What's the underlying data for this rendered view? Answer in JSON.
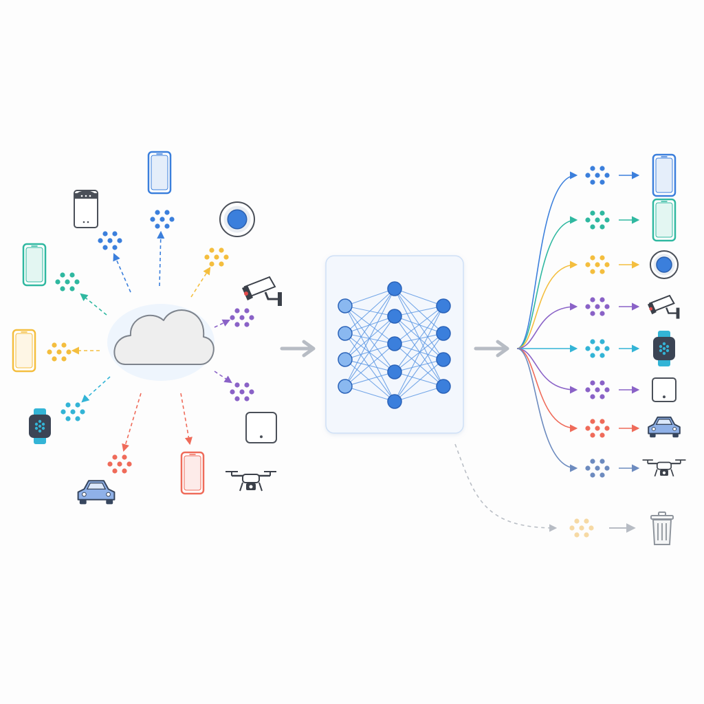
{
  "colors": {
    "background": "#fdfdfd",
    "blue": "#3b7fdc",
    "teal": "#2fb8a0",
    "yellow": "#f4be3e",
    "purple": "#8a62c7",
    "cyan": "#33b4d6",
    "red": "#ef6b5a",
    "slate": "#6d8bbf",
    "faded": "#f6d9a4",
    "gray": "#b7bcc4",
    "cloud_fill": "#eeeeee",
    "panel_fill": "#f3f7fd",
    "panel_border": "#cfe0f6"
  },
  "source_devices": [
    {
      "icon": "phone-icon",
      "color": "blue"
    },
    {
      "icon": "smart-speaker-icon",
      "color": "blue"
    },
    {
      "icon": "thermostat-icon",
      "color": "yellow"
    },
    {
      "icon": "phone-icon",
      "color": "teal"
    },
    {
      "icon": "security-camera-icon",
      "color": "purple"
    },
    {
      "icon": "phone-icon",
      "color": "yellow"
    },
    {
      "icon": "smartwatch-icon",
      "color": "cyan"
    },
    {
      "icon": "hub-icon",
      "color": "purple"
    },
    {
      "icon": "car-icon",
      "color": "red"
    },
    {
      "icon": "phone-icon",
      "color": "red"
    },
    {
      "icon": "drone-icon",
      "color": "gray"
    }
  ],
  "cloud": {
    "icon": "cloud-icon"
  },
  "model": {
    "icon": "neural-network-icon",
    "layers": [
      4,
      5,
      4
    ]
  },
  "flow_arrows": [
    "arrow-right-icon",
    "arrow-right-icon"
  ],
  "outputs": [
    {
      "color": "blue",
      "device": "phone-icon"
    },
    {
      "color": "teal",
      "device": "phone-icon"
    },
    {
      "color": "yellow",
      "device": "thermostat-icon"
    },
    {
      "color": "purple",
      "device": "security-camera-icon"
    },
    {
      "color": "cyan",
      "device": "smartwatch-icon"
    },
    {
      "color": "purple",
      "device": "hub-icon"
    },
    {
      "color": "red",
      "device": "car-icon"
    },
    {
      "color": "slate",
      "device": "drone-icon"
    }
  ],
  "discarded": {
    "color": "faded",
    "device": "trash-icon"
  }
}
